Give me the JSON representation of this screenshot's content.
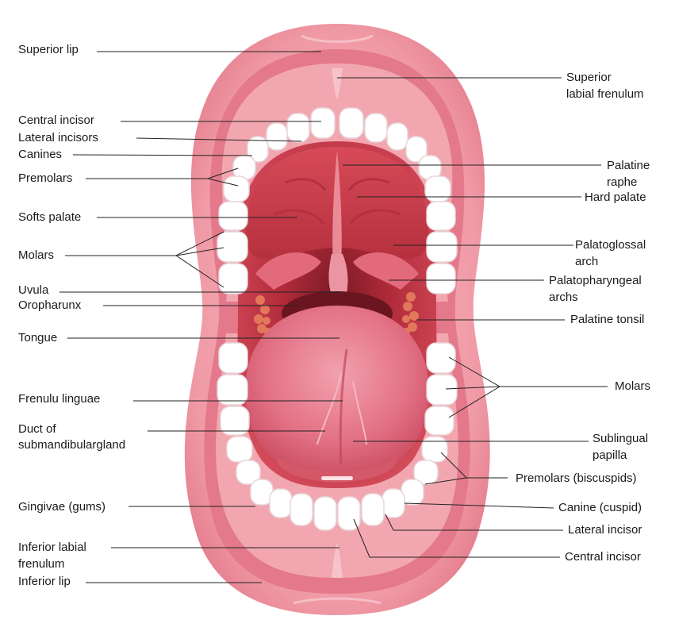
{
  "labels": {
    "left": {
      "superior_lip": "Superior lip",
      "central_incisor": "Central incisor",
      "lateral_incisors": "Lateral incisors",
      "canines": "Canines",
      "premolars": "Premolars",
      "softs_palate": "Softs palate",
      "molars": "Molars",
      "uvula": "Uvula",
      "oropharunx": "Oropharunx",
      "tongue": "Tongue",
      "frenulu_linguae": "Frenulu linguae",
      "duct_line1": "Duct of",
      "duct_line2": "submandibulargland",
      "gingivae": "Gingivae (gums)",
      "inferior_frenulum_line1": "Inferior labial",
      "inferior_frenulum_line2": "frenulum",
      "inferior_lip": "Inferior lip"
    },
    "right": {
      "superior_frenulum_line1": "Superior",
      "superior_frenulum_line2": "labial frenulum",
      "palatine_raphe_line1": "Palatine",
      "palatine_raphe_line2": "raphe",
      "hard_palate": "Hard palate",
      "palatoglossal_line1": "Palatoglossal",
      "palatoglossal_line2": "arch",
      "palatopharyngeal_line1": "Palatopharyngeal",
      "palatopharyngeal_line2": "archs",
      "palatine_tonsil": "Palatine tonsil",
      "molars": "Molars",
      "sublingual_line1": "Sublingual",
      "sublingual_line2": "papilla",
      "premolars": "Premolars (biscuspids)",
      "canine": "Canine (cuspid)",
      "lateral_incisor": "Lateral incisor",
      "central_incisor": "Central incisor"
    }
  },
  "colors": {
    "lip_outer": "#f09aa6",
    "lip_inner": "#e4798b",
    "gum": "#f2a7b0",
    "cavity": "#c23645",
    "cavity_deep": "#7a1a25",
    "palate": "#d9525f",
    "tongue": "#e37286",
    "teeth": "#ffffff",
    "tooth_shadow": "#e8d6da",
    "tonsil": "#e2785a",
    "leader": "#222222"
  }
}
